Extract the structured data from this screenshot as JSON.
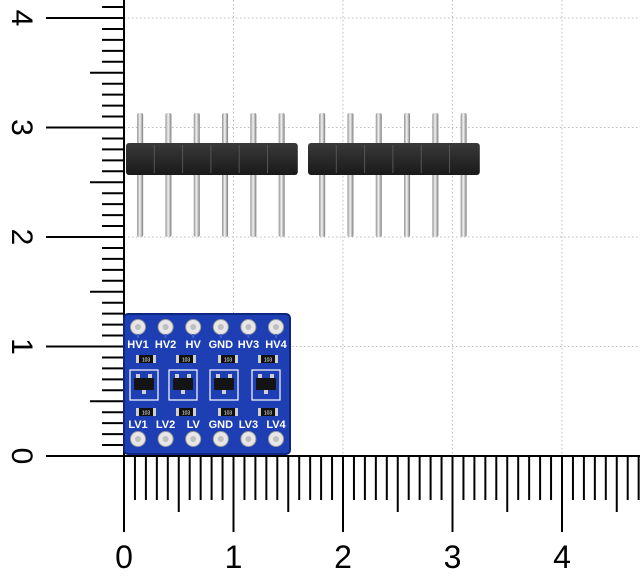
{
  "scene": {
    "ruler_vertical_labels": [
      "0",
      "1",
      "2",
      "3",
      "4"
    ],
    "ruler_horizontal_labels": [
      "0",
      "1",
      "2",
      "3",
      "4"
    ],
    "header_pin_count": 12,
    "board": {
      "top_labels": [
        "HV1",
        "HV2",
        "HV",
        "GND",
        "HV3",
        "HV4"
      ],
      "bottom_labels": [
        "LV1",
        "LV2",
        "LV",
        "GND",
        "LV3",
        "LV4"
      ],
      "resistor_codes": [
        "103",
        "103",
        "103",
        "103",
        "103",
        "103",
        "103",
        "103"
      ],
      "transistor_count": 4,
      "colors": {
        "pcb": "#1e3fb4",
        "pcb_edge": "#0f2680",
        "silkscreen": "#ffffff",
        "pad": "#e7e7e7",
        "header_plastic": "#1a1a1a",
        "pin_metal": "#d9d9d9"
      }
    },
    "grid": {
      "color": "#bdbdbd",
      "style": "dotted"
    },
    "ruler": {
      "color": "#000000"
    }
  }
}
